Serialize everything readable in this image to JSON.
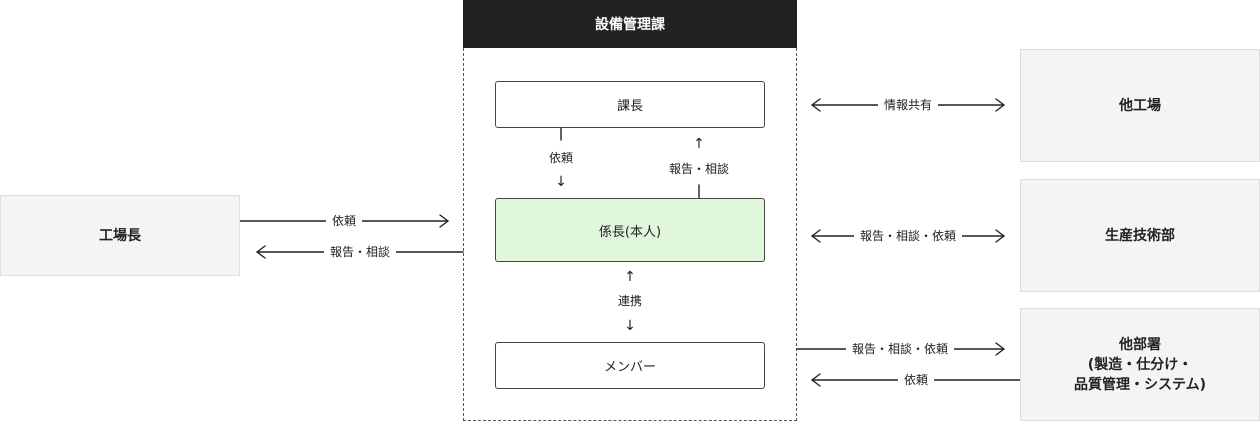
{
  "department": {
    "title": "設備管理課"
  },
  "roles": {
    "chief": "課長",
    "self": "係長(本人)",
    "members": "メンバー"
  },
  "external": {
    "factory_manager": "工場長",
    "other_factories": "他工場",
    "production_engineering": "生産技術部",
    "other_departments": {
      "line1": "他部署",
      "line2": "(製造・仕分け・",
      "line3": "品質管理・システム)"
    }
  },
  "links": {
    "factory_request": "依頼",
    "factory_report": "報告・相談",
    "chief_request": "依頼",
    "chief_report": "報告・相談",
    "member_link": "連携",
    "other_factories_share": "情報共有",
    "production_engineering_link": "報告・相談・依頼",
    "other_departments_out": "報告・相談・依頼",
    "other_departments_in": "依頼"
  }
}
